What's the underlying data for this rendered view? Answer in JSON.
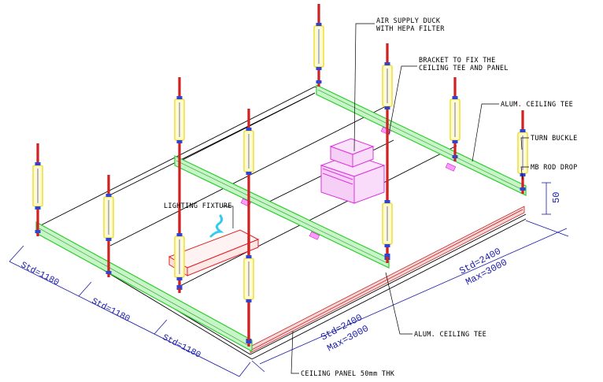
{
  "labels": {
    "air_supply_line1": "AIR SUPPLY DUCK",
    "air_supply_line2": "WITH HEPA FILTER",
    "bracket_line1": "BRACKET TO FIX THE",
    "bracket_line2": "CEILING TEE AND PANEL",
    "ceiling_tee_top": "ALUM. CEILING TEE",
    "turn_buckle": "TURN BUCKLE",
    "rod_drop": "MB ROD DROP",
    "lighting_fixture": "LIGHTING FIXTURE",
    "ceiling_tee_bottom": "ALUM. CEILING TEE",
    "ceiling_panel": "CEILING PANEL 50mm THK"
  },
  "dimensions": {
    "width_1": "Std=1180",
    "width_2": "Std=1180",
    "width_3": "Std=1180",
    "length_std_front": "Std=2400",
    "length_max_front": "Max=3000",
    "length_std_side": "Std=2400",
    "length_max_side": "Max=3000",
    "panel_thickness": "50"
  },
  "colors": {
    "tee": "#2ecc2e",
    "rod": "#cc2222",
    "turnbuckle": "#f0e040",
    "duct": "#dd33dd",
    "fixture": "#dd2222",
    "dimension": "#1a1aa8",
    "bracket": "#ff66ff"
  }
}
